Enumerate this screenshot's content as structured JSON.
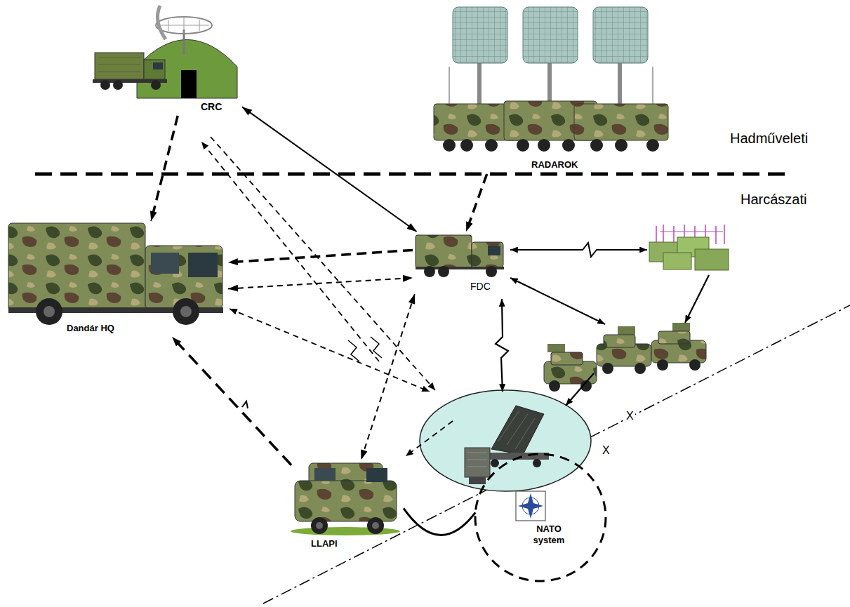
{
  "diagram": {
    "nodes": [
      {
        "text": [
          "CRC"
        ]
      },
      {
        "text": [
          "RADAROK"
        ]
      },
      {
        "text": [
          "Dandár HQ"
        ]
      },
      {
        "text": [
          "FDC"
        ]
      },
      {
        "text": [
          "LLAPI"
        ]
      },
      {
        "text": [
          "NATO system"
        ]
      }
    ],
    "edges": [
      {
        "from": 0,
        "to": 2,
        "arrow": "to"
      },
      {
        "from": 0,
        "to": 3,
        "arrow": "both"
      },
      {
        "from": 1,
        "to": 3,
        "arrow": "to"
      },
      {
        "from": 3,
        "to": 2,
        "arrow": "to"
      },
      {
        "from": 2,
        "to": 3,
        "arrow": "both"
      },
      {
        "from": 4,
        "to": 2,
        "arrow": "to"
      },
      {
        "from": 3,
        "to": 4,
        "arrow": "both"
      },
      {
        "from": 4,
        "to": 5,
        "arrow": "none"
      }
    ],
    "labels": [
      "Hadműveleti",
      "Harcászati",
      "X",
      "X"
    ]
  }
}
